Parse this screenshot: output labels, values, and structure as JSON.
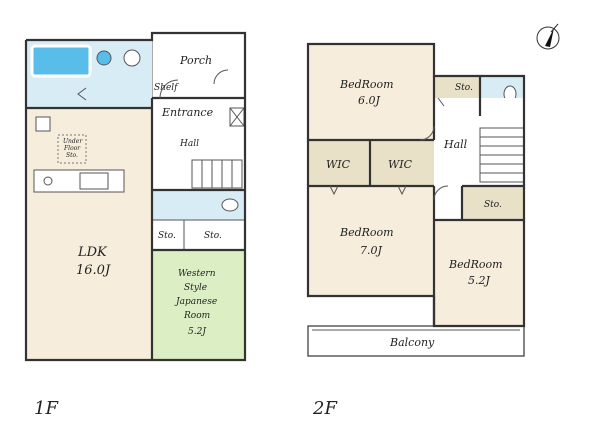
{
  "floor1": {
    "title": "1F",
    "rooms": {
      "porch": "Porch",
      "shelf": "Shelf",
      "entrance": "Entrance",
      "hall": "Hall",
      "storage_a": "Sto.",
      "storage_b": "Sto.",
      "under_floor_line1": "Under",
      "under_floor_line2": "Floor",
      "under_floor_line3": "Sto.",
      "ldk_name": "LDK",
      "ldk_size": "16.0J",
      "japanese_line1": "Western",
      "japanese_line2": "Style",
      "japanese_line3": "Japanese",
      "japanese_line4": "Room",
      "japanese_size": "5.2J"
    }
  },
  "floor2": {
    "title": "2F",
    "rooms": {
      "bedroom1_name": "BedRoom",
      "bedroom1_size": "6.0J",
      "bedroom2_name": "BedRoom",
      "bedroom2_size": "7.0J",
      "bedroom3_name": "BedRoom",
      "bedroom3_size": "5.2J",
      "wic_a": "WIC",
      "wic_b": "WIC",
      "storage_top": "Sto.",
      "storage_right": "Sto.",
      "hall": "Hall",
      "balcony": "Balcony"
    }
  },
  "colors": {
    "floor_beige": "#f7eddc",
    "bath_blue": "#d8ecf5",
    "tub_blue": "#58bde8",
    "tatami_green": "#dcefc4",
    "wic_tan": "#e8e1c8",
    "wall": "#333333"
  },
  "compass": {
    "label": "north-arrow"
  }
}
